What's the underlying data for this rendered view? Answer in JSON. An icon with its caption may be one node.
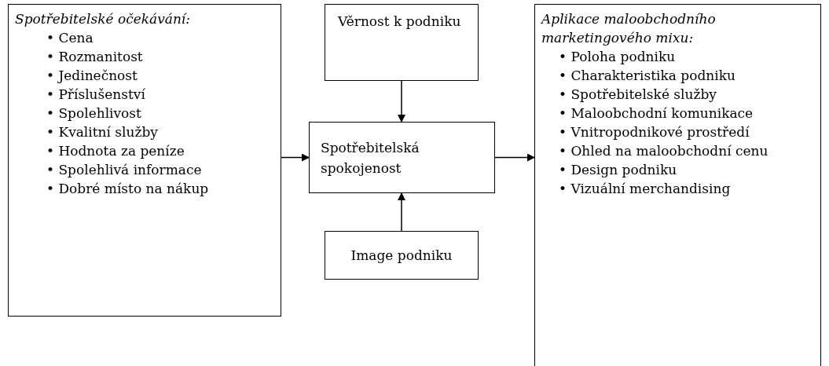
{
  "diagram": {
    "nodes": [
      {
        "text": [
          "Spotřebitelské očekávání:",
          "• Cena",
          "• Rozmanitost",
          "• Jedinečnost",
          "• Příslušenství",
          "• Spolehlivost",
          "• Kvalitní služby",
          "• Hodnota za peníze",
          "• Spolehlivá informace",
          "• Dobré místo na nákup"
        ]
      },
      {
        "text": [
          "Věrnost k podniku"
        ]
      },
      {
        "text": [
          "Spotřebitelská spokojenost"
        ]
      },
      {
        "text": [
          "Image podniku"
        ]
      },
      {
        "text": [
          "Aplikace maloobchodního marketingového mixu:",
          "• Poloha podniku",
          "• Charakteristika podniku",
          "• Spotřebitelské služby",
          "• Maloobchodní komunikace",
          "• Vnitropodnikové prostředí",
          "• Ohled na maloobchodní cenu",
          "• Design podniku",
          "• Vizuální merchandising"
        ]
      }
    ],
    "edges": [
      {
        "from": 0,
        "to": 2,
        "arrow": "to"
      },
      {
        "from": 1,
        "to": 2,
        "arrow": "to"
      },
      {
        "from": 3,
        "to": 2,
        "arrow": "to"
      },
      {
        "from": 2,
        "to": 4,
        "arrow": "to"
      }
    ]
  }
}
